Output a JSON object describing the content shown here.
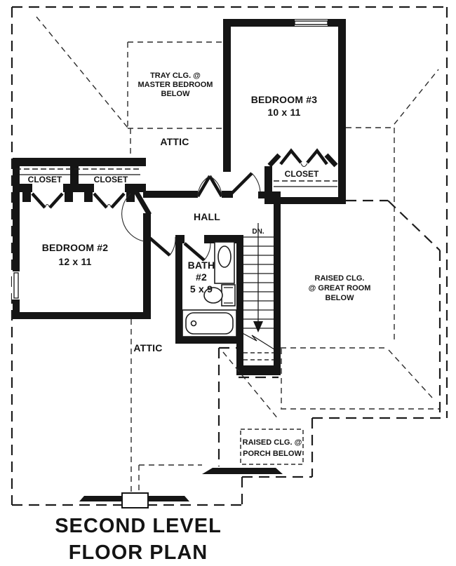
{
  "plan": {
    "title_line1": "SECOND LEVEL",
    "title_line2": "FLOOR PLAN",
    "labels": {
      "tray1": "TRAY CLG. @",
      "tray2": "MASTER BEDROOM",
      "tray3": "BELOW",
      "attic_upper": "ATTIC",
      "attic_lower": "ATTIC",
      "bedroom3_name": "BEDROOM #3",
      "bedroom3_size": "10 x 11",
      "bedroom2_name": "BEDROOM #2",
      "bedroom2_size": "12 x 11",
      "closet_b2_left": "CLOSET",
      "closet_b2_right": "CLOSET",
      "closet_b3": "CLOSET",
      "hall": "HALL",
      "bath_name1": "BATH",
      "bath_name2": "#2",
      "bath_size": "5 x 9",
      "stairs_dn": "DN.",
      "great1": "RAISED CLG.",
      "great2": "@ GREAT ROOM",
      "great3": "BELOW",
      "porch1": "RAISED CLG. @",
      "porch2": "PORCH BELOW"
    },
    "colors": {
      "ink": "#151515",
      "background": "#ffffff"
    }
  }
}
